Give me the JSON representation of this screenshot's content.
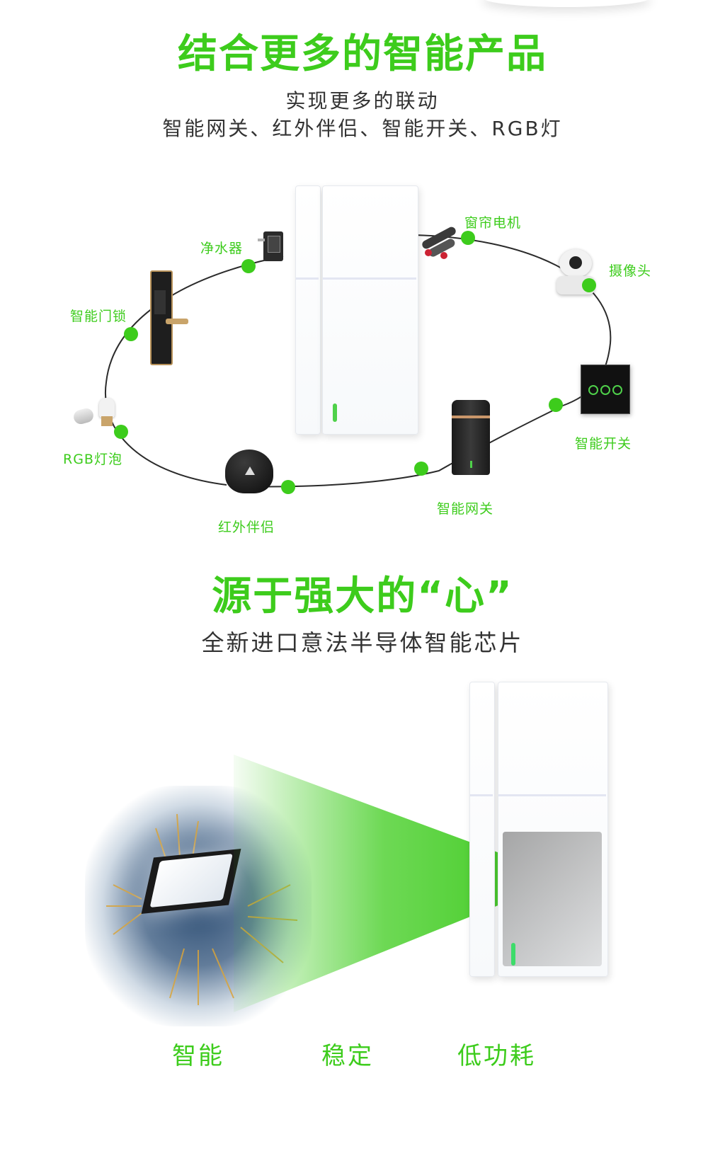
{
  "header": {
    "title": "结合更多的智能产品",
    "subtitle_line1": "实现更多的联动",
    "subtitle_line2": "智能网关、红外伴侣、智能开关、RGB灯"
  },
  "ring": {
    "labels": {
      "water": "净水器",
      "curtain": "窗帘电机",
      "camera": "摄像头",
      "lock": "智能门锁",
      "switch": "智能开关",
      "bulb": "RGB灯泡",
      "ir": "红外伴侣",
      "gateway": "智能网关"
    }
  },
  "section2": {
    "title": "源于强大的“心”",
    "subtitle": "全新进口意法半导体智能芯片"
  },
  "features": [
    "智能",
    "稳定",
    "低功耗"
  ],
  "colors": {
    "accent": "#3dcc1c",
    "text": "#333333"
  }
}
